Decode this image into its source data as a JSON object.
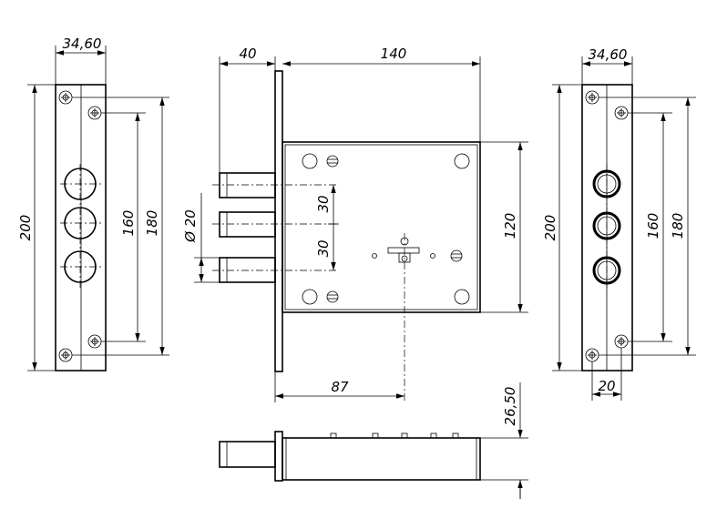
{
  "drawing": {
    "left_view": {
      "width_dim": "34,60",
      "height_dim": "200",
      "inner_dim_1": "160",
      "inner_dim_2": "180"
    },
    "front_view": {
      "bolt_projection_dim": "40",
      "case_width_dim": "140",
      "case_height_dim": "120",
      "bolt_spacing_1": "30",
      "bolt_spacing_2": "30",
      "bolt_diameter": "Ø 20",
      "backset_dim": "87"
    },
    "right_view": {
      "width_dim": "34,60",
      "height_dim": "200",
      "inner_dim_1": "160",
      "inner_dim_2": "180",
      "offset_dim": "20"
    },
    "bottom_view": {
      "thickness_dim": "26,50"
    }
  }
}
